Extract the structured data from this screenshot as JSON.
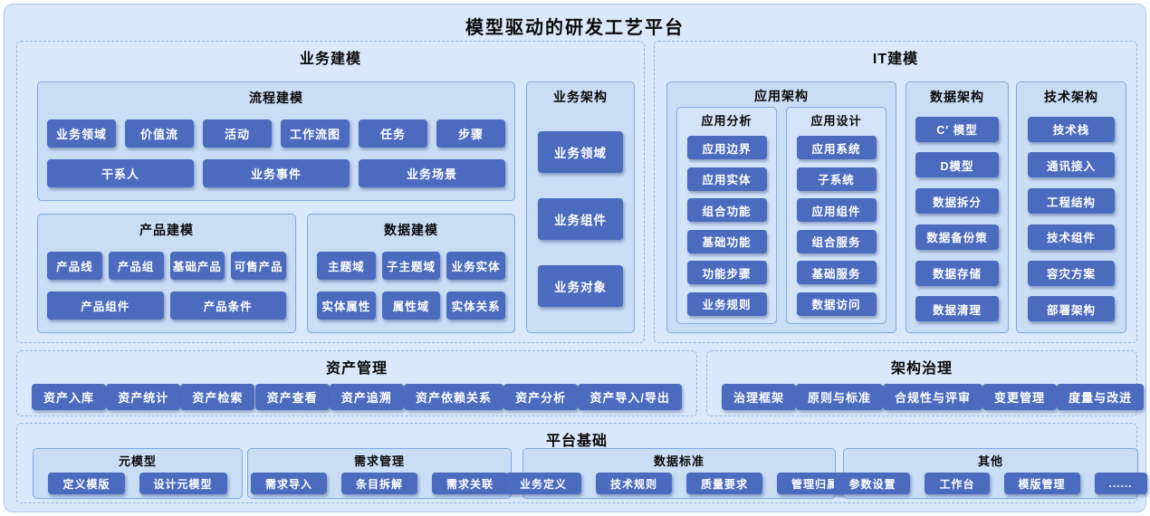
{
  "title": "模型驱动的研发工艺平台",
  "business_modeling": {
    "title": "业务建模",
    "process_modeling": {
      "title": "流程建模",
      "row1": [
        "业务领域",
        "价值流",
        "活动",
        "工作流图",
        "任务",
        "步骤"
      ],
      "row2": [
        "干系人",
        "业务事件",
        "业务场景"
      ]
    },
    "product_modeling": {
      "title": "产品建模",
      "row1": [
        "产品线",
        "产品组",
        "基础产品",
        "可售产品"
      ],
      "row2": [
        "产品组件",
        "产品条件"
      ]
    },
    "data_modeling": {
      "title": "数据建模",
      "row1": [
        "主题域",
        "子主题域",
        "业务实体"
      ],
      "row2": [
        "实体属性",
        "属性域",
        "实体关系"
      ]
    },
    "business_architecture": {
      "title": "业务架构",
      "items": [
        "业务领域",
        "业务组件",
        "业务对象"
      ]
    }
  },
  "it_modeling": {
    "title": "IT建模",
    "application_architecture": {
      "title": "应用架构",
      "analysis": {
        "title": "应用分析",
        "items": [
          "应用边界",
          "应用实体",
          "组合功能",
          "基础功能",
          "功能步骤",
          "业务规则"
        ]
      },
      "design": {
        "title": "应用设计",
        "items": [
          "应用系统",
          "子系统",
          "应用组件",
          "组合服务",
          "基础服务",
          "数据访问"
        ]
      }
    },
    "data_architecture": {
      "title": "数据架构",
      "items": [
        "C′ 模型",
        "D模型",
        "数据拆分",
        "数据备份策",
        "数据存储",
        "数据清理"
      ]
    },
    "tech_architecture": {
      "title": "技术架构",
      "items": [
        "技术栈",
        "通讯接入",
        "工程结构",
        "技术组件",
        "容灾方案",
        "部署架构"
      ]
    }
  },
  "asset_management": {
    "title": "资产管理",
    "items": [
      "资产入库",
      "资产统计",
      "资产检索",
      "资产查看",
      "资产追溯",
      "资产依赖关系",
      "资产分析",
      "资产导入/导出"
    ]
  },
  "governance": {
    "title": "架构治理",
    "items": [
      "治理框架",
      "原则与标准",
      "合规性与评审",
      "变更管理",
      "度量与改进"
    ]
  },
  "platform_foundation": {
    "title": "平台基础",
    "meta_model": {
      "title": "元模型",
      "items": [
        "定义模版",
        "设计元模型"
      ]
    },
    "requirements": {
      "title": "需求管理",
      "items": [
        "需求导入",
        "条目拆解",
        "需求关联"
      ]
    },
    "data_standard": {
      "title": "数据标准",
      "items": [
        "业务定义",
        "技术规则",
        "质量要求",
        "管理归属"
      ]
    },
    "other": {
      "title": "其他",
      "items": [
        "参数设置",
        "工作台",
        "模版管理",
        "......"
      ]
    }
  },
  "colors": {
    "board_bg": "#d9e8fa",
    "panel_bg": "#c9ddf5",
    "block_blue": "#4b6bbf",
    "border_blue": "#7fa8dd"
  }
}
